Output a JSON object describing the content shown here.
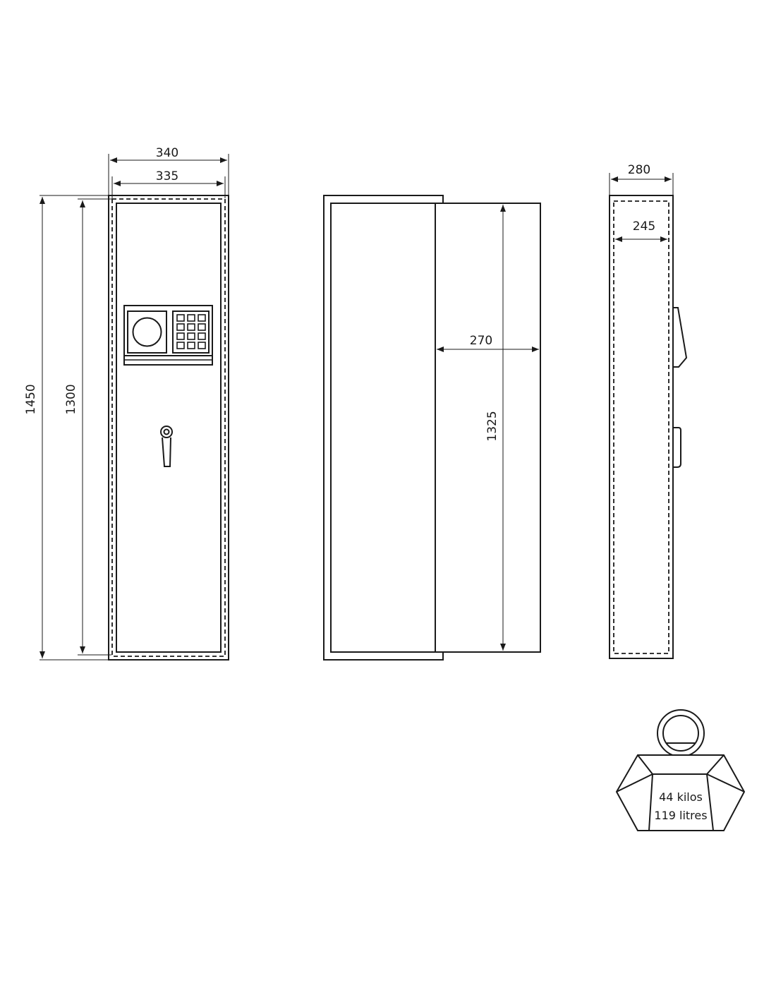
{
  "front_view": {
    "outer_width_label": "340",
    "inner_width_label": "335",
    "outer_height_label": "1450",
    "inner_height_label": "1300"
  },
  "open_view": {
    "door_width_label": "270",
    "door_height_label": "1325"
  },
  "side_view": {
    "outer_depth_label": "280",
    "inner_depth_label": "245"
  },
  "weight_badge": {
    "weight_label": "44 kilos",
    "volume_label": "119 litres"
  },
  "colors": {
    "line": "#1a1a1a",
    "background": "#ffffff"
  }
}
